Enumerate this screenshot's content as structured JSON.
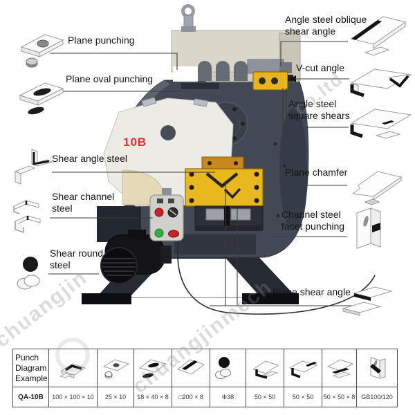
{
  "machine": {
    "model_label": "10B"
  },
  "watermark": {
    "fragments": [
      "chuangjin",
      "chuangjinmech",
      "co.ltd"
    ]
  },
  "callouts": {
    "left": [
      {
        "id": "plane-punching",
        "label": "Plane punching"
      },
      {
        "id": "plane-oval-punching",
        "label": "Plane oval punching"
      },
      {
        "id": "shear-angle-steel",
        "label": "Shear angle steel"
      },
      {
        "id": "shear-channel-steel",
        "label": "Shear channel steel"
      },
      {
        "id": "shear-round-steel",
        "label": "Shear round steel"
      }
    ],
    "right": [
      {
        "id": "angle-steel-oblique-shear-angle",
        "label": "Angle steel oblique shear angle"
      },
      {
        "id": "v-cut-angle",
        "label": "V-cut angle"
      },
      {
        "id": "angle-steel-square-shears",
        "label": "Angle steel square shears"
      },
      {
        "id": "plane-chamfer",
        "label": "Plane chamfer"
      },
      {
        "id": "channel-steel-facet-punching",
        "label": "Channel steel facet punching"
      },
      {
        "id": "plane-shear-angle",
        "label": "Plane shear angle"
      }
    ]
  },
  "spec_table": {
    "header": "Punch Diagram Example",
    "model": "QA-10B",
    "columns": [
      {
        "icon": "angle-steel-die-icon",
        "spec": "100 × 100 × 10"
      },
      {
        "icon": "round-hole-punch-die-icon",
        "spec": "25 × 10"
      },
      {
        "icon": "oval-hole-punch-die-icon",
        "spec": "18 × 40 × 8"
      },
      {
        "icon": "plate-shear-die-icon",
        "spec": "□200 × 8"
      },
      {
        "icon": "round-bar-shear-die-icon",
        "spec": "Φ38"
      },
      {
        "icon": "angle-shear-die-icon",
        "spec": "50 × 50"
      },
      {
        "icon": "angle-vcut-die-icon",
        "spec": "50 × 50"
      },
      {
        "icon": "angle-square-shear-die-icon",
        "spec": "50 × 50 × 8"
      },
      {
        "icon": "channel-shear-die-icon",
        "spec": "GB100/120"
      }
    ]
  }
}
